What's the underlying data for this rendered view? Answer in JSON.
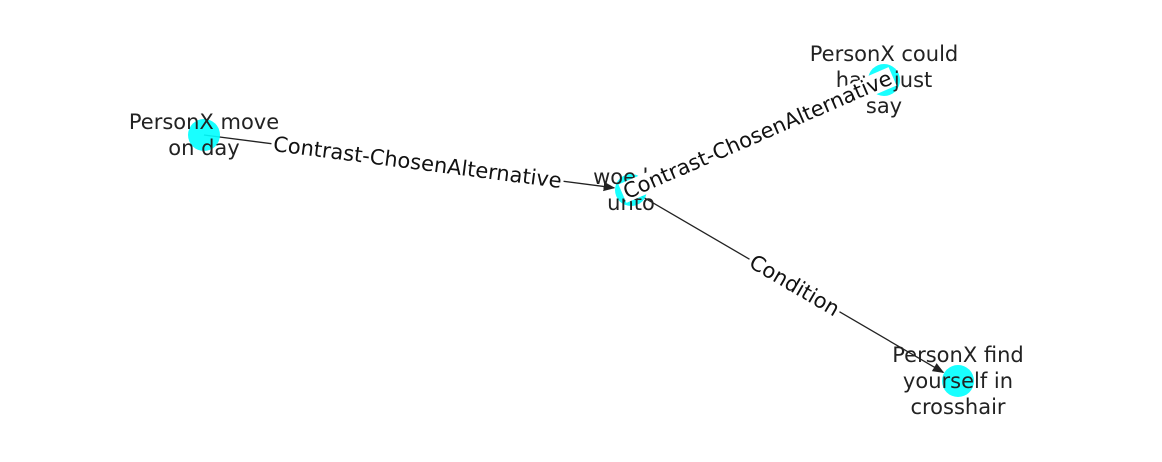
{
  "graph": {
    "nodes": [
      {
        "id": "woe",
        "lines": [
          "woe be",
          "unto"
        ]
      },
      {
        "id": "move",
        "lines": [
          "PersonX move",
          "on day"
        ]
      },
      {
        "id": "could",
        "lines": [
          "PersonX could",
          "have just",
          "say"
        ]
      },
      {
        "id": "find",
        "lines": [
          "PersonX find",
          "yourself in",
          "crosshair"
        ]
      }
    ],
    "edges": [
      {
        "id": "e1",
        "from": "move",
        "to": "woe",
        "label": "Contrast-ChosenAlternative"
      },
      {
        "id": "e2",
        "from": "could",
        "to": "woe",
        "label": "Contrast-ChosenAlternative"
      },
      {
        "id": "e3",
        "from": "woe",
        "to": "find",
        "label": "Condition"
      }
    ],
    "colors": {
      "node": "#00ffff",
      "edge": "#222222",
      "text": "#222222"
    }
  }
}
